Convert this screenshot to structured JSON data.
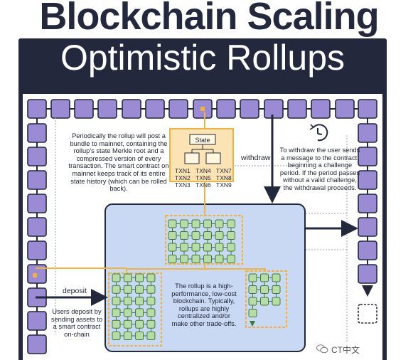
{
  "title": "Blockchain Scaling",
  "subtitle": "Optimistic Rollups",
  "state_box": {
    "label": "State",
    "txn_columns": [
      [
        "TXN1",
        "TXN2",
        "TXN3"
      ],
      [
        "TXN4",
        "TXN5",
        "TXN6"
      ],
      [
        "TXN7",
        "TXN8",
        "TXN9"
      ]
    ]
  },
  "labels": {
    "withdraw": "withdraw",
    "deposit": "deposit"
  },
  "descriptions": {
    "post_bundle": "Periodically the rollup will post a bundle to mainnet, containing the rollup's state Merkle root and a compressed version of every transaction. The smart contract on mainnet keeps track of its entire state history (which can be rolled back).",
    "withdraw": "To withdraw the user sends a message to the contract, beginning a challenge period. If the period passes without a valid challenge, the withdrawal proceeds.",
    "deposit": "Users deposit by sending assets to a smart contract on-chain",
    "rollup": "The rollup is a high-performance, low-cost blockchain. Typically, rollups are highly centralized and/or make other trade-offs."
  },
  "watermark": "CT中文",
  "colors": {
    "navy": "#23283d",
    "block_purple": "#9a8bd4",
    "rollup_bg": "#c9d9f3",
    "cell_green": "#b9dca6",
    "highlight_orange": "#f2b33d",
    "state_bg": "#fbe3b3"
  }
}
